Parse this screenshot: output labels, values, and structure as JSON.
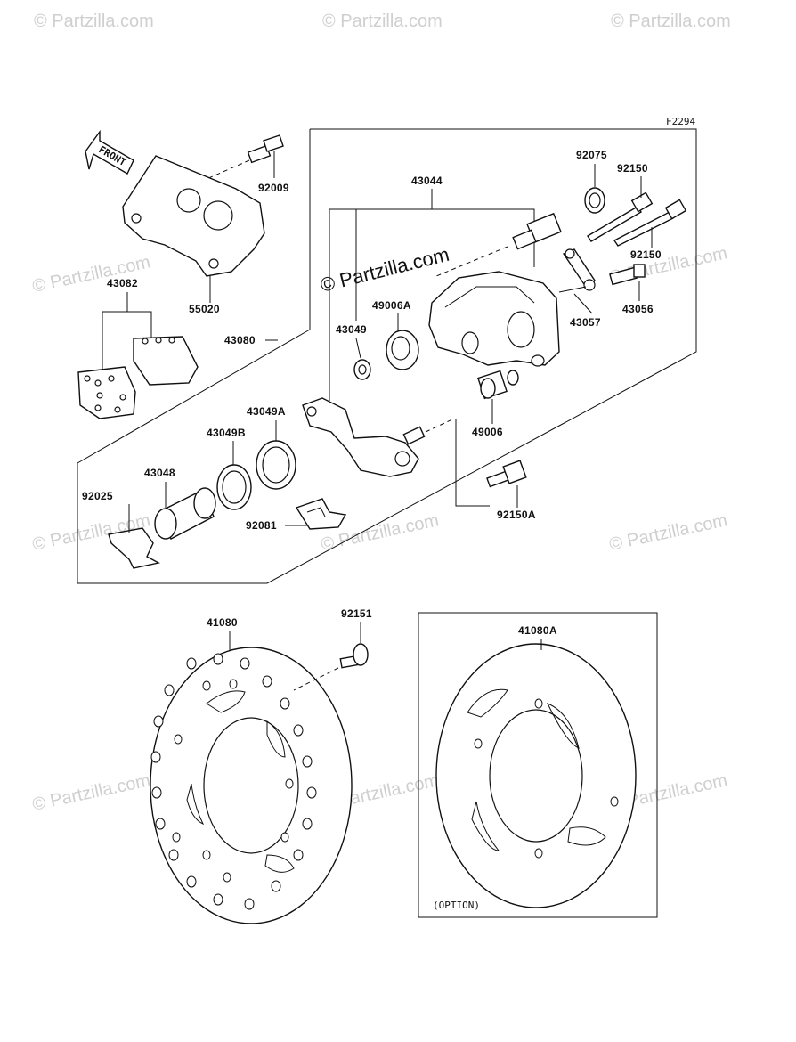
{
  "figure_code": "F2294",
  "front_label": "FRONT",
  "option_label": "(OPTION)",
  "watermark": "© Partzilla.com",
  "main_watermark": "© Partzilla.com",
  "parts": {
    "p92009": "92009",
    "p55020": "55020",
    "p43082": "43082",
    "p43080": "43080",
    "p43044": "43044",
    "p43049": "43049",
    "p49006A": "49006A",
    "p92075": "92075",
    "p92150a": "92150",
    "p92150b": "92150",
    "p43056": "43056",
    "p43057": "43057",
    "p49006": "49006",
    "p43049A": "43049A",
    "p43049B": "43049B",
    "p43048": "43048",
    "p92025": "92025",
    "p92081": "92081",
    "p92150A": "92150A",
    "p41080": "41080",
    "p92151": "92151",
    "p41080A": "41080A"
  }
}
